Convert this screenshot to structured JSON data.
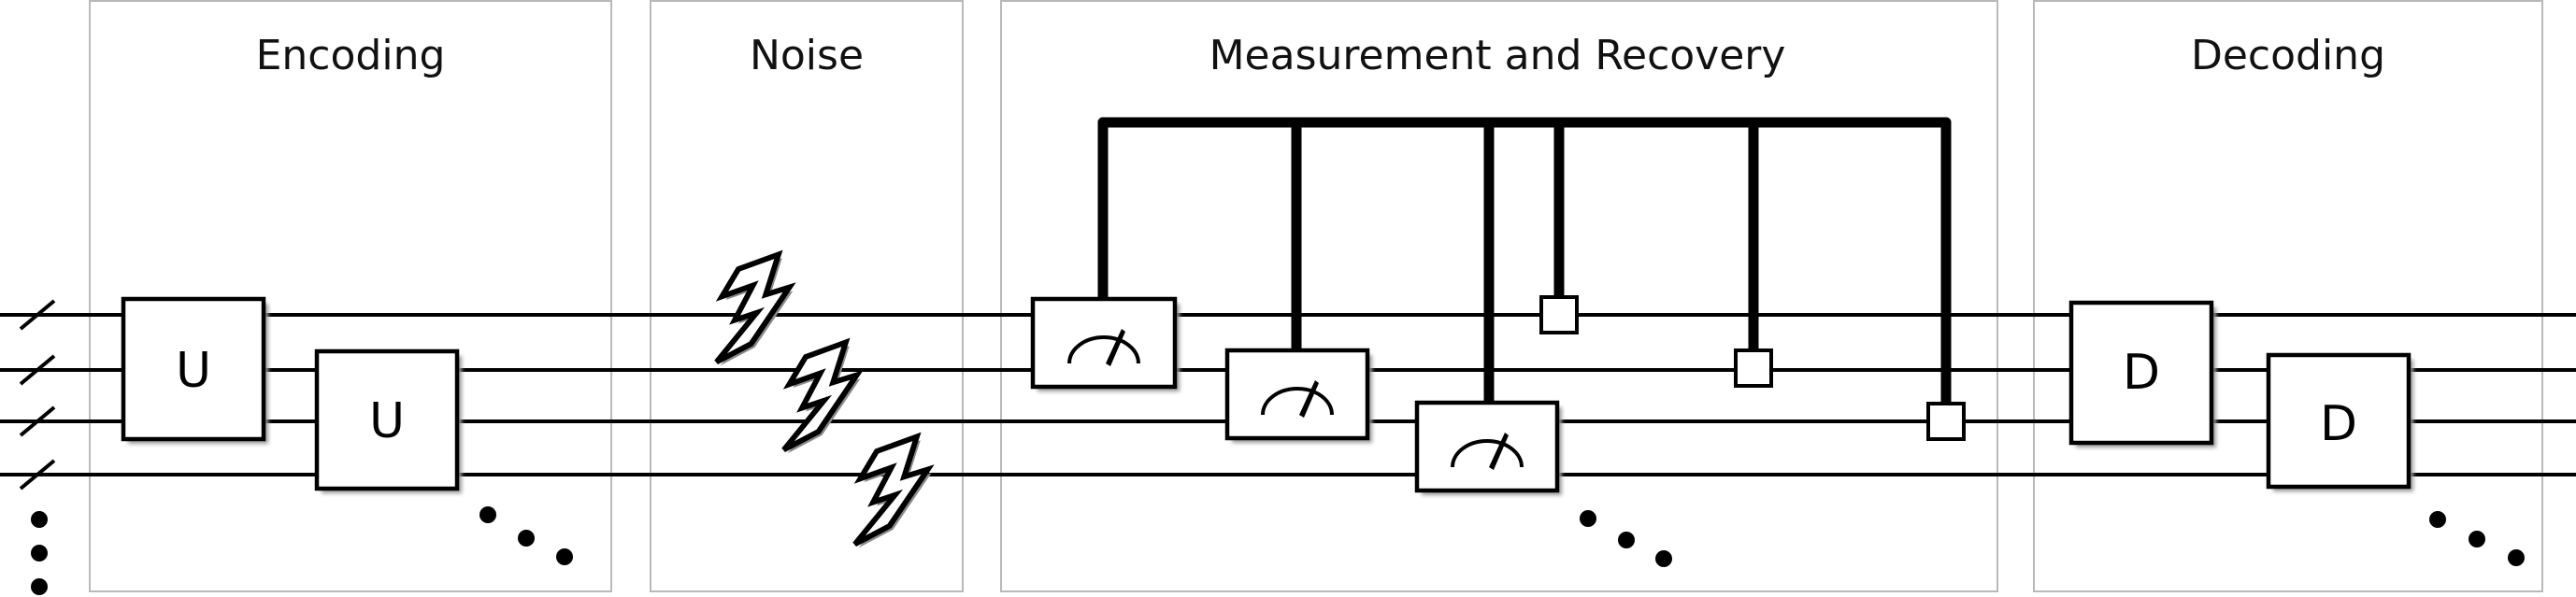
{
  "sections": {
    "encoding": "Encoding",
    "noise": "Noise",
    "measurement": "Measurement and Recovery",
    "decoding": "Decoding"
  },
  "gates": {
    "encode_1": "U",
    "encode_2": "U",
    "decode_1": "D",
    "decode_2": "D"
  },
  "icons": {
    "noise": "lightning-bolt-icon",
    "measurement": "meter-gauge-icon",
    "continuation": "ellipsis-dots-icon",
    "wire_bundle": "slash-icon"
  }
}
